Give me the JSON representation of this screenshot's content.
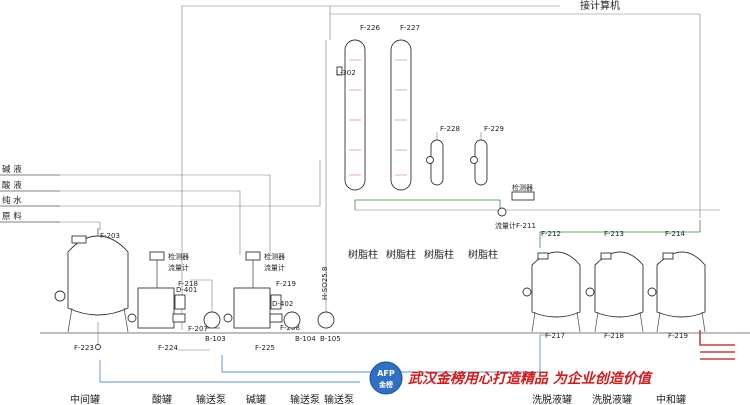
{
  "computer_label": "接计算机",
  "inlets": [
    "碱 液",
    "酸 液",
    "纯 水",
    "原 料"
  ],
  "tags": {
    "f203": "F-203",
    "f218": "F-218",
    "f219": "F-219",
    "f207": "F-207",
    "f208": "F-208",
    "f223": "F-223",
    "f224": "F-224",
    "f225": "F-225",
    "d401": "D-401",
    "d402": "D-402",
    "b103": "B-103",
    "b104": "B-104",
    "b105": "B-105",
    "f226": "F-226",
    "f227": "F-227",
    "f228": "F-228",
    "f229": "F-229",
    "l302": "L-302",
    "f211": "F-211",
    "f212": "F-212",
    "f213": "F-213",
    "f214": "F-214",
    "f217": "F-217",
    "f218b": "F-218",
    "f219b": "F-219",
    "h502": "H-SO25.8",
    "flowmeter": "流量计",
    "flowmeter2": "流量计",
    "detector": "检测器",
    "detector2": "检测器",
    "detector3": "检测器"
  },
  "column_labels": [
    "树脂柱",
    "树脂柱",
    "树脂柱",
    "树脂柱"
  ],
  "bottom_labels": [
    "中间罐",
    "酸罐",
    "输送泵",
    "碱罐",
    "输送泵",
    "输送泵"
  ],
  "right_labels": [
    "洗脱液罐",
    "洗脱液罐",
    "中和罐"
  ],
  "logo": {
    "top": "AFP",
    "bottom": "金榜"
  },
  "slogan": "武汉金榜用心打造精品  为企业创造价值",
  "colors": {
    "slogan": "#d41a1a",
    "logo_blue": "#2f6fc4",
    "line_green": "#2f8f3f",
    "line_blue": "#5a8fd0",
    "line_red": "#c64040"
  }
}
